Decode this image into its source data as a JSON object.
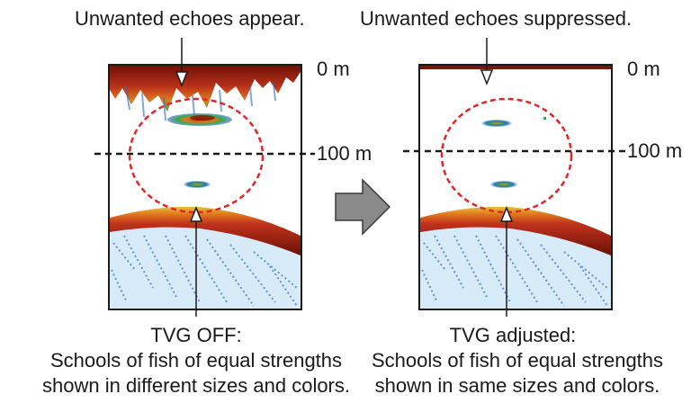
{
  "left_panel": {
    "top_caption": "Unwanted echoes appear.",
    "depth_top": "0 m",
    "depth_mid": "100 m",
    "bottom_caption": {
      "line1": "TVG OFF:",
      "line2": "Schools of fish of equal strengths",
      "line3": "shown in different sizes and colors."
    }
  },
  "right_panel": {
    "top_caption": "Unwanted echoes suppressed.",
    "depth_top": "0 m",
    "depth_mid": "100 m",
    "bottom_caption": {
      "line1": "TVG adjusted:",
      "line2": "Schools of fish of equal strengths",
      "line3": "shown in same sizes and colors."
    }
  },
  "colors": {
    "seabed_dark": "#7a1508",
    "seabed_red": "#c0321c",
    "echo_orange": "#e07a1e",
    "echo_yellow": "#e6c43a",
    "echo_green": "#3aa84a",
    "echo_blue": "#2f6fc0",
    "echo_light_blue": "#8cc4e8",
    "circle_red": "#e0262a",
    "arrow_gray": "#8a8a8a"
  }
}
